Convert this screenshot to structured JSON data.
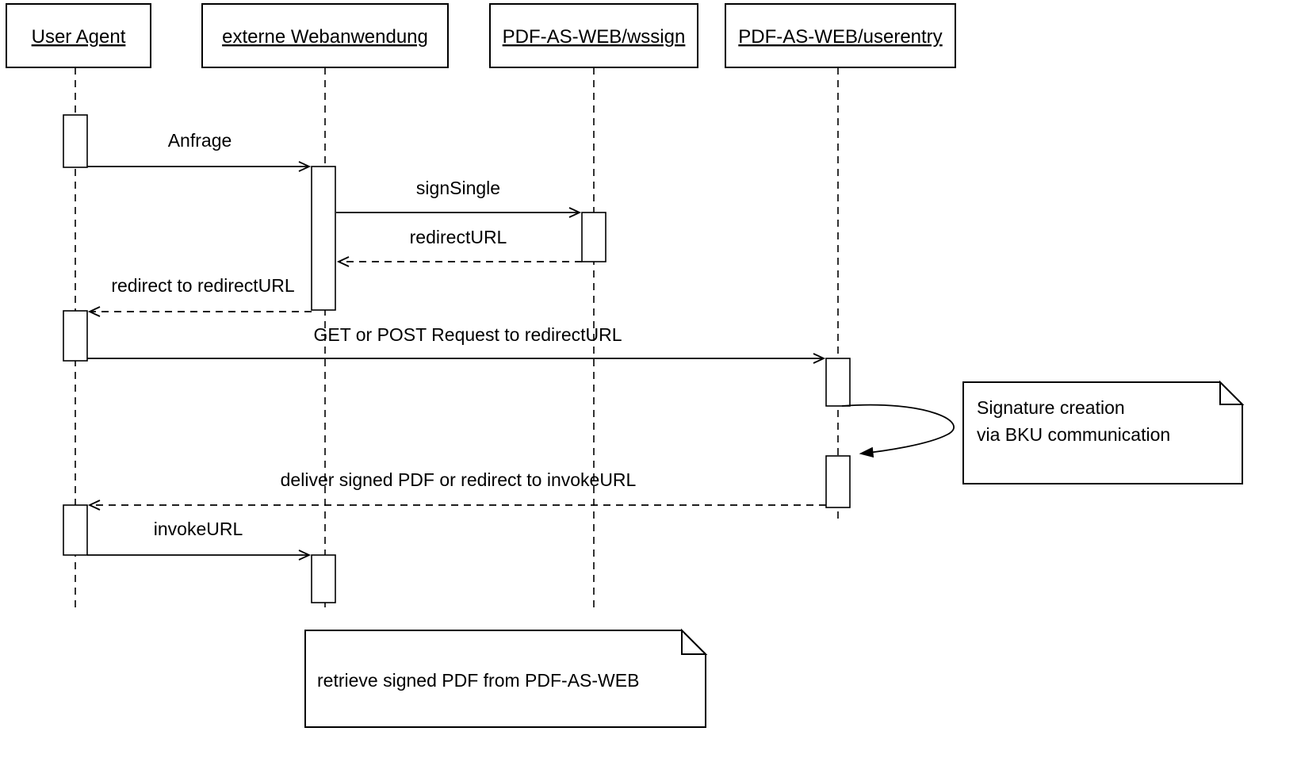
{
  "diagram": {
    "type": "uml-sequence",
    "actors": [
      {
        "label": "User Agent"
      },
      {
        "label": "externe Webanwendung"
      },
      {
        "label": "PDF-AS-WEB/wssign"
      },
      {
        "label": "PDF-AS-WEB/userentry"
      }
    ],
    "messages": [
      {
        "label": "Anfrage",
        "from": "User Agent",
        "to": "externe Webanwendung",
        "line": "solid"
      },
      {
        "label": "signSingle",
        "from": "externe Webanwendung",
        "to": "PDF-AS-WEB/wssign",
        "line": "solid"
      },
      {
        "label": "redirectURL",
        "from": "PDF-AS-WEB/wssign",
        "to": "externe Webanwendung",
        "line": "dashed"
      },
      {
        "label": "redirect to redirectURL",
        "from": "externe Webanwendung",
        "to": "User Agent",
        "line": "dashed"
      },
      {
        "label": "GET or POST Request to redirectURL",
        "from": "User Agent",
        "to": "PDF-AS-WEB/userentry",
        "line": "solid"
      },
      {
        "label": "deliver signed PDF or redirect to invokeURL",
        "from": "PDF-AS-WEB/userentry",
        "to": "User Agent",
        "line": "dashed"
      },
      {
        "label": "invokeURL",
        "from": "User Agent",
        "to": "externe Webanwendung",
        "line": "solid"
      }
    ],
    "self_message": {
      "from": "PDF-AS-WEB/userentry",
      "to": "PDF-AS-WEB/userentry"
    },
    "notes": [
      {
        "lines": [
          "Signature creation",
          "via BKU communication"
        ]
      },
      {
        "lines": [
          "retrieve signed PDF from PDF-AS-WEB"
        ]
      }
    ],
    "colors": {
      "line": "#000000",
      "background": "#ffffff",
      "text": "#000000"
    }
  }
}
